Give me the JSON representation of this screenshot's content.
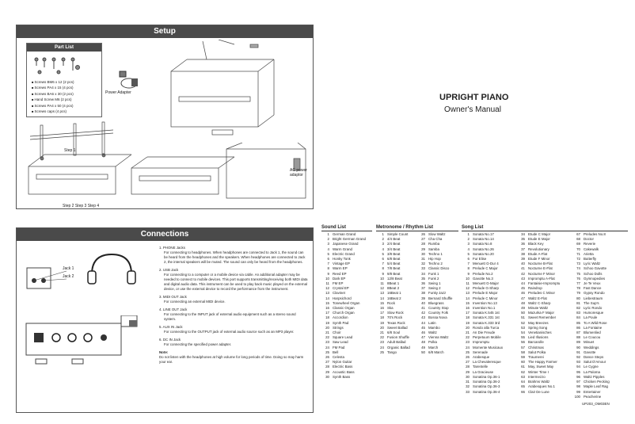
{
  "setup": {
    "title": "Setup",
    "part_list": {
      "title": "Part List",
      "items": [
        "Screws BM6 x 12 (2 pcs)",
        "Screws PA4 x 15 (4 pcs)",
        "Screws BA6 x 30 (2 pcs)",
        "Hand Screw M6 (2 pcs)",
        "Screws PA4 x 50 (4 pcs)",
        "Screws caps (4 pcs)"
      ]
    },
    "labels": {
      "power_adapter": "Power Adapter",
      "step1": "Step 1",
      "steps234": "Step 2 Step 3 Step 4",
      "ac_power": "AC power adaptor"
    }
  },
  "connections": {
    "title": "Connections",
    "jack1": "Jack 1",
    "jack2": "Jack 2",
    "items": [
      {
        "head": "1. PHONE Jacks",
        "body": "For connecting to headphones. When headphones are connected to Jack 1, the sound can be heard from the headphones and the speakers. When headphones are connected to Jack 2, the internal speakers will be muted. The sound can only be heard from the headphones."
      },
      {
        "head": "2. USB Jack",
        "body": "For connecting to a computer or a mobile device via cable. An additional adapter may be needed to connect to mobile devices. This port supports transmitting/receiving both MIDI data and digital audio data. This instrument can be used to play back music played on the external device, or use the external device to record the performance from the instrument."
      },
      {
        "head": "3. MIDI OUT Jack",
        "body": "For connecting an external MIDI device."
      },
      {
        "head": "4. LINE OUT Jack",
        "body": "For connecting to the INPUT jack of external audio equipment such as a stereo sound system."
      },
      {
        "head": "5. AUX IN Jack",
        "body": "For connecting to the OUTPUT jack of external audio source such as an MP3 player."
      },
      {
        "head": "6. DC IN Jack",
        "body": "For connecting the specified power adapter."
      }
    ],
    "note_head": "Note:",
    "note_body": "Do not listen with the headphones at high volume for long periods of time. Doing so may harm your ear."
  },
  "doc": {
    "title": "UPRIGHT PIANO",
    "subtitle": "Owner's Manual",
    "code": "UP203_OM03EN"
  },
  "lists": {
    "sound": {
      "title": "Sound List",
      "items": [
        "German Grand",
        "Bright German Grand",
        "Japanese Grand",
        "Warm Grand",
        "Electric Grand",
        "Honky Tonk",
        "Vintage EP",
        "Warm EP",
        "Reed EP",
        "Dark EP",
        "FM EP",
        "Crystal EP",
        "Clavinet",
        "Harpsichord",
        "Tonewheel Organ",
        "Classic Organ",
        "Church Organ",
        "Accordion",
        "Synth Pad",
        "Strings",
        "Choir",
        "Square Lead",
        "Saw Lead",
        "FM Pad",
        "Bell",
        "Celesta",
        "Nylon Guitar",
        "Electric Bass",
        "Acoustic Bass",
        "Synth Bass"
      ]
    },
    "rhythm": {
      "title": "Metronome / Rhythm List",
      "items": [
        "Simple Count",
        "4/4 Beat",
        "2/4 Beat",
        "3/4 Beat",
        "3/8 Beat",
        "6/8 Beat",
        "5/4 Beat",
        "7/8 Beat",
        "9/8 Beat",
        "12/8 Beat",
        "8Beat 1",
        "8Beat 2",
        "16Beat 1",
        "16Beat 2",
        "Rock",
        "Ska",
        "Slow Rock",
        "70's Rock",
        "Texas Rock",
        "Sweet Ballad",
        "6/8 Soul",
        "Fusion Shuffle",
        "Adult Ballad",
        "Organic Ballad",
        "Tango",
        "Slow Waltz",
        "Cha Cha",
        "Rumba",
        "Samba",
        "Techno 1",
        "Hip Hop",
        "Techno 2",
        "Classic Disco",
        "Funk 1",
        "Funk 2",
        "Swing 1",
        "Swing 2",
        "Funky Jazz",
        "Bernard Shuffle",
        "Bluegrass",
        "Country Stop",
        "Country Folk",
        "Bossa Nova",
        "Latin",
        "Mambo",
        "Waltz",
        "Vienna Waltz",
        "Polka",
        "March",
        "6/8 March"
      ]
    },
    "song": {
      "title": "Song List",
      "items": [
        "Sonata No.17",
        "Sonata No.14",
        "Sonata No.8",
        "Sonata No.26",
        "Sonata No.20",
        "Fur Elise",
        "Menuett G-Dur 4",
        "Prelude C Major",
        "Prelude No.2",
        "Gavotte No.3",
        "Menuett G-Major",
        "Prelude G-Sharp",
        "Prelude E Major",
        "Prelude C Minor",
        "Invention No.13",
        "Invention No.1",
        "Sonata K.545 1st",
        "Sonata K.331 1st",
        "Sonata K.333 3rd",
        "Rondo alla Turca",
        "An Die Freude",
        "Perpetuum Mobile",
        "Impromptu",
        "Momente Musicaux",
        "Serenade",
        "Arabesque",
        "La Chevaleresque",
        "Tarentelle",
        "La Gracieuse",
        "Sonatina Op.36-1",
        "Sonatina Op.36-2",
        "Sonatina Op.36-3",
        "Sonatina Op.36-4",
        "Etude C Major",
        "Etude E Major",
        "Black Key",
        "Revolutionary",
        "Etude A-Flat",
        "Etude F Minor",
        "Nocturne B-Flat",
        "Nocturne E-Flat",
        "Nocturne F Minor",
        "Impromptu A-Flat",
        "Fantaisie-Impromptu",
        "Raindrop",
        "Preludes C Minor",
        "Waltz E-Flat",
        "Waltz C-Sharp",
        "Minute Waltz",
        "Mazurka F Major",
        "Sweet Remember",
        "May Breezes",
        "Spring Song",
        "Venetianisches",
        "Lied Illusions",
        "Barcarolle",
        "Christmas",
        "Salut Polka",
        "Traumerei",
        "The Happy Farmer",
        "May, Sweet May",
        "Winter Time I",
        "Intermezzo",
        "Brahms Waltz",
        "Arabesques No.1",
        "Clair De Lune",
        "Preludes No.8",
        "Doctor",
        "Reverie",
        "Cakewalk",
        "Arietta",
        "Butterfly",
        "Lyric Waltz",
        "Schoo Gavotte",
        "Schoo Dolls",
        "Gymnopedies",
        "Je Te Veux",
        "Fast Dance",
        "Gypsy Rondo",
        "Liebestraum",
        "The Sup's",
        "Lyric Rondo",
        "Humoresque",
        "La Poule",
        "To A Wild Rose",
        "La Fontaine",
        "Blumenlied",
        "Le Coucou",
        "Minuet",
        "Weddings",
        "Gavotte",
        "Dance Steps",
        "Salut D'Amour",
        "Le Cygne",
        "La Paloma",
        "Waltz Pipples",
        "Chicken Pecking",
        "Maple Leaf Rag",
        "Entertainer",
        "Peacherine"
      ]
    }
  }
}
